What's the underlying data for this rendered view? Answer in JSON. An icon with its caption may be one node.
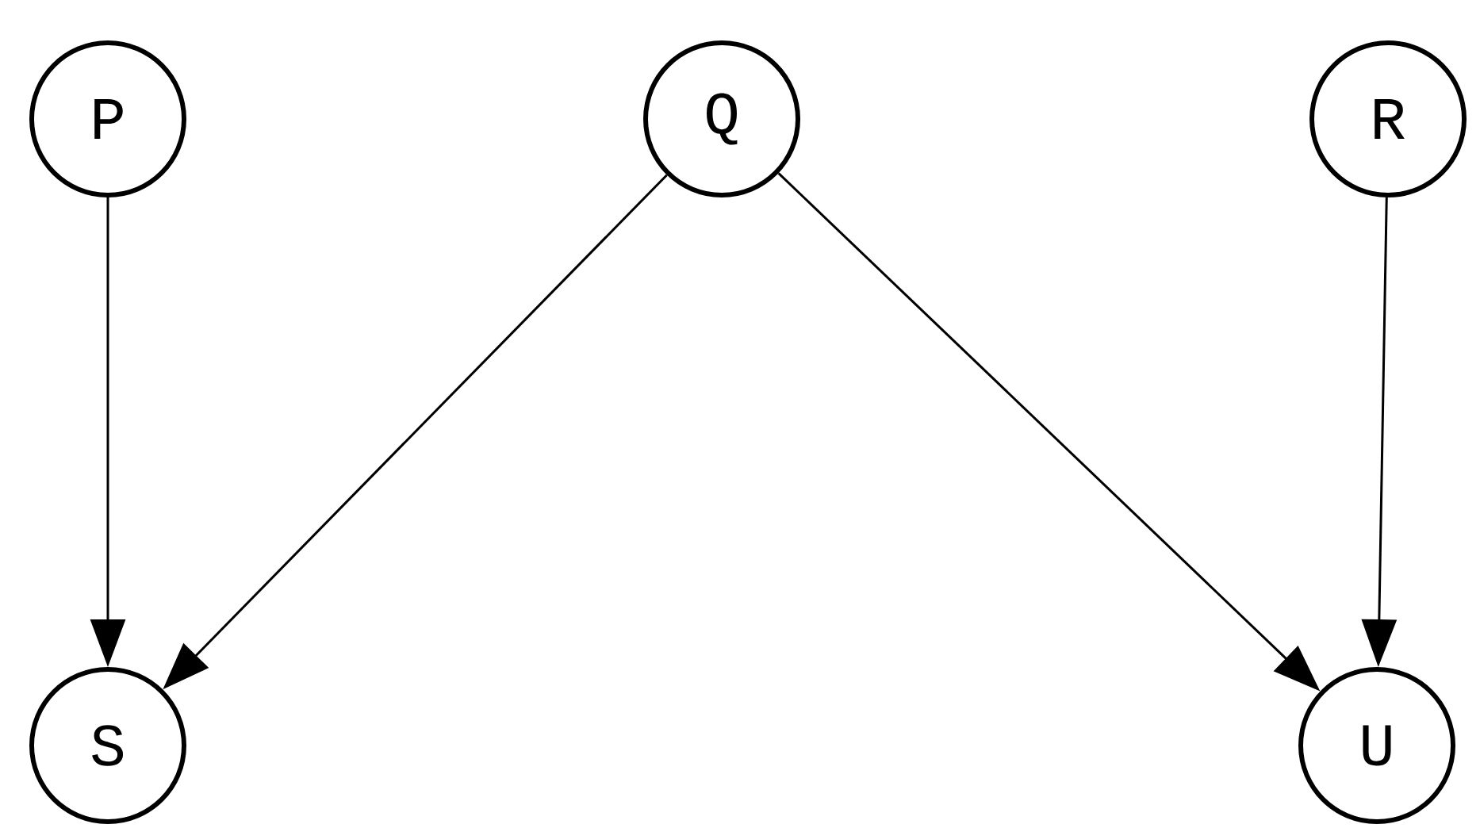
{
  "diagram": {
    "nodes": [
      {
        "text": [
          "P"
        ]
      },
      {
        "text": [
          "Q"
        ]
      },
      {
        "text": [
          "R"
        ]
      },
      {
        "text": [
          "S"
        ]
      },
      {
        "text": [
          "U"
        ]
      }
    ],
    "edges": [
      {
        "from": 0,
        "to": 3,
        "arrow": "to"
      },
      {
        "from": 1,
        "to": 3,
        "arrow": "to"
      },
      {
        "from": 1,
        "to": 4,
        "arrow": "to"
      },
      {
        "from": 2,
        "to": 4,
        "arrow": "to"
      }
    ]
  }
}
